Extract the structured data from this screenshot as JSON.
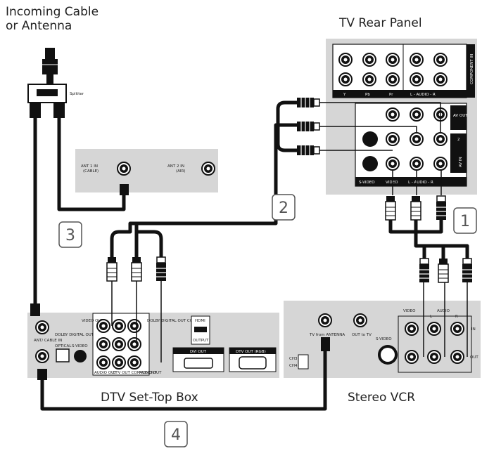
{
  "labels": {
    "incoming_line1": "Incoming Cable",
    "incoming_line2": "or Antenna",
    "tv_rear_panel": "TV Rear Panel",
    "dtv_box": "DTV Set-Top Box",
    "stereo_vcr": "Stereo VCR",
    "splitter": "Splitter"
  },
  "steps": [
    "1",
    "2",
    "3",
    "4"
  ],
  "ant_panel": {
    "ant1_line1": "ANT 1 IN",
    "ant1_line2": "(CABLE)",
    "ant2_line1": "ANT 2 IN",
    "ant2_line2": "(AIR)"
  },
  "tv_panel": {
    "component_in": "COMPONENT IN",
    "y": "Y",
    "pb": "Pb",
    "pr": "Pr",
    "audio_row": "L - AUDIO - R",
    "av_out": "AV OUT",
    "av_in": "AV IN",
    "two": "2",
    "svideo": "S-VIDEO",
    "video": "VIDEO",
    "audio_bottom": "L - AUDIO - R"
  },
  "dtv_panel": {
    "ant_cable_in": "ANT/ CABLE IN",
    "video_out": "VIDEO OUT",
    "dolby_digital_out": "DOLBY DIGITAL OUT",
    "dolby_digital_out_coax": "DOLBY DIGITAL OUT COAXIAL",
    "optical": "OPTICAL",
    "svideo": "S-VIDEO",
    "audio_out": "AUDIO OUT",
    "dtv_out_component": "DTV OUT COMPONENT",
    "audio_out2": "AUDIO OUT",
    "hdmi": "HDMI",
    "output": "OUTPUT",
    "dvi_out": "DVI OUT",
    "dtv_out_rgb": "DTV OUT (RGB)"
  },
  "vcr_panel": {
    "tv_from_antenna": "TV from ANTENNA",
    "out_to_tv": "OUT to TV",
    "svideo": "S-VIDEO",
    "video": "VIDEO",
    "audio": "AUDIO",
    "l": "L",
    "r": "R",
    "in": "IN",
    "out": "OUT",
    "ch3": "CH3",
    "ch4": "CH4"
  }
}
